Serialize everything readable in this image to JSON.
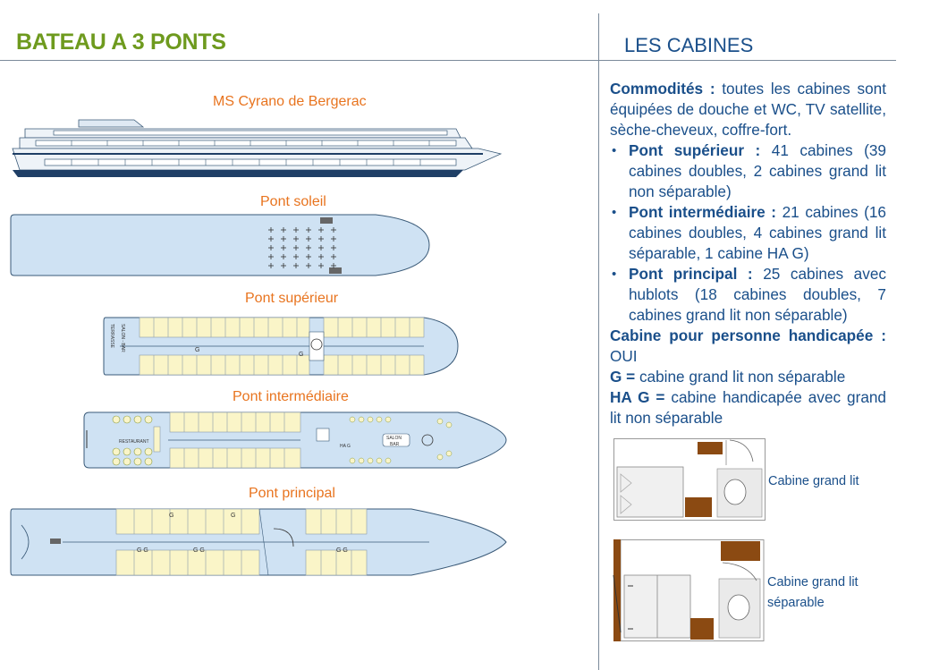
{
  "left": {
    "title": "BATEAU A 3 PONTS",
    "ship_name": "MS Cyrano de Bergerac",
    "decks": {
      "soleil": "Pont soleil",
      "superieur": "Pont supérieur",
      "intermediaire": "Pont intermédiaire",
      "principal": "Pont principal"
    },
    "plan_labels": {
      "terrasse": "TERRASSE",
      "salon_bar_sup": "SALON - BAR",
      "restaurant": "RESTAURANT",
      "salon": "SALON",
      "bar": "BAR",
      "ha_g": "HA G",
      "g": "G",
      "g_pair": "G G"
    }
  },
  "right": {
    "title": "LES CABINES",
    "commodites_label": "Commodités :",
    "commodites_text": " toutes les cabines sont équipées de douche et WC, TV satellite, sèche-cheveux, coffre-fort.",
    "bullets": [
      {
        "label": "Pont supérieur :",
        "text": " 41 cabines (39 cabines doubles, 2 cabines grand lit non séparable)"
      },
      {
        "label": "Pont intermédiaire :",
        "text": " 21 cabines (16 cabines doubles, 4 cabines grand lit séparable, 1 cabine HA G)"
      },
      {
        "label": "Pont principal :",
        "text": " 25 cabines avec hublots (18 cabines doubles, 7 cabines grand lit non séparable)"
      }
    ],
    "handicap_label": "Cabine pour personne handicapée :",
    "handicap_value": " OUI",
    "g_label": "G =",
    "g_text": " cabine grand lit non séparable",
    "hag_label": "HA G =",
    "hag_text": " cabine handicapée avec grand lit non séparable",
    "cabin1_caption": "Cabine grand lit",
    "cabin2_caption_line1": "Cabine grand lit",
    "cabin2_caption_line2": "séparable"
  },
  "colors": {
    "title_green": "#6e9a1e",
    "deck_orange": "#e8741f",
    "text_blue": "#1a4f8a",
    "hull_blue": "#cfe2f3",
    "cabin_yellow": "#faf5c8",
    "wood_brown": "#8b4a12"
  }
}
